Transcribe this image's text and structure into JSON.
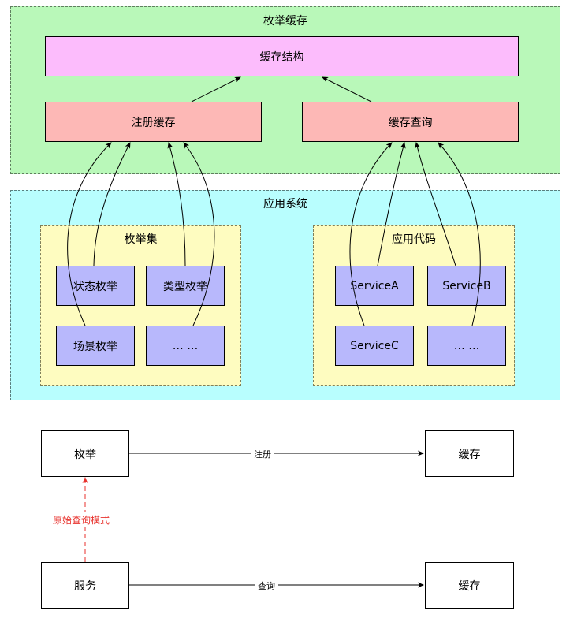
{
  "top_diagram": {
    "enum_cache_group": {
      "title": "枚举缓存",
      "cache_structure": "缓存结构",
      "register_cache": "注册缓存",
      "cache_query": "缓存查询"
    },
    "app_system_group": {
      "title": "应用系统",
      "enum_set": {
        "title": "枚举集",
        "items": [
          "状态枚举",
          "类型枚举",
          "场景枚举",
          "… …"
        ]
      },
      "app_code": {
        "title": "应用代码",
        "items": [
          "ServiceA",
          "ServiceB",
          "ServiceC",
          "… …"
        ]
      }
    }
  },
  "bottom_diagram": {
    "enum_node": "枚举",
    "service_node": "服务",
    "cache_node_top": "缓存",
    "cache_node_bottom": "缓存",
    "register_edge_label": "注册",
    "query_edge_label": "查询",
    "legacy_edge_label": "原始查询模式"
  },
  "colors": {
    "enum_cache_group": "#b9f8b9",
    "app_system_group": "#b8fefe",
    "inner_groups": "#fefcc0",
    "cache_structure": "#fcbcfc",
    "cache_ops": "#fdb8b6",
    "leaf_boxes": "#b8b8fc",
    "legacy_edge": "#e8322d"
  }
}
